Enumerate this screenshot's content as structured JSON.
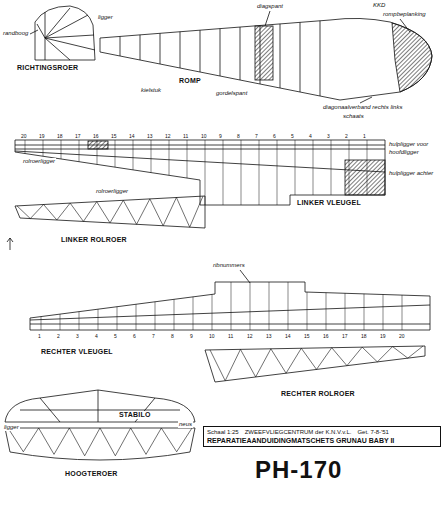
{
  "diagram": {
    "title": "PH-170",
    "nodes": [
      {
        "text": [
          "Schaal 1:25",
          "ZWEEFVLIEGCENTRUM der K.N.V.v.L.",
          "Get. 7-8-'51",
          "REPARATIEAANDUIDINGMATSCHETS GRUNAU BABY II"
        ]
      }
    ],
    "labels": [
      "randboog",
      "ligger",
      "RICHTINGSROER",
      "diagspant",
      "KKD",
      "rompbeplanking",
      "ROMP",
      "kielstuk",
      "gordelspant",
      "diagonaalverband rechts links",
      "schaats",
      "hulpligger voor",
      "hoofdligger",
      "hulpligger achter",
      "rolroerligger",
      "rolroerligger",
      "LINKER VLEUGEL",
      "LINKER ROLROER",
      "ribnummers",
      "RECHTER VLEUGEL",
      "RECHTER ROLROER",
      "STABILO",
      "HOOGTEROER",
      "ligger",
      "neus",
      "20",
      "19",
      "18",
      "17",
      "16",
      "15",
      "14",
      "13",
      "12",
      "11",
      "10",
      "9",
      "8",
      "7",
      "6",
      "5",
      "4",
      "3",
      "2",
      "1",
      "1",
      "2",
      "3",
      "4",
      "5",
      "6",
      "7",
      "8",
      "9",
      "10",
      "11",
      "12",
      "13",
      "14",
      "15",
      "16",
      "17",
      "18",
      "19",
      "20"
    ]
  }
}
